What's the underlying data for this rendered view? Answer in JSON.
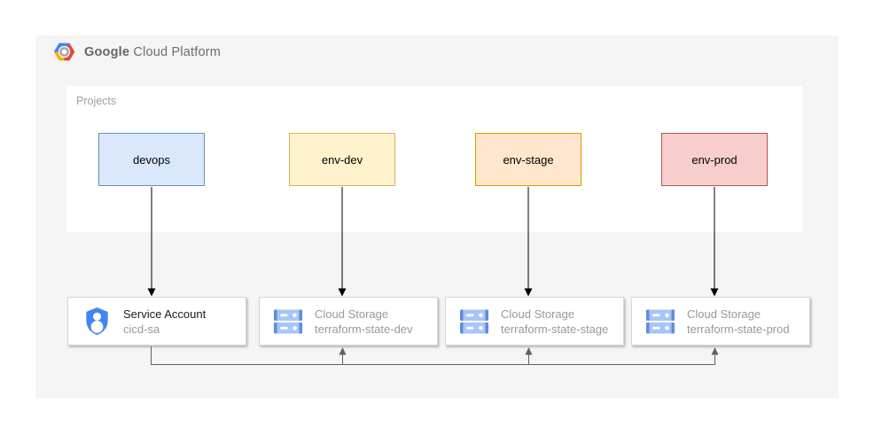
{
  "header": {
    "brand_bold": "Google",
    "brand_rest": "Cloud Platform"
  },
  "projects_section": {
    "label": "Projects",
    "items": [
      {
        "label": "devops",
        "fill": "#dae8fc",
        "border": "#6c8ebf"
      },
      {
        "label": "env-dev",
        "fill": "#fff2cc",
        "border": "#d6b656"
      },
      {
        "label": "env-stage",
        "fill": "#ffe6cc",
        "border": "#d79b00"
      },
      {
        "label": "env-prod",
        "fill": "#f8cecc",
        "border": "#b85450"
      }
    ]
  },
  "resources": {
    "items": [
      {
        "icon": "service-account-icon",
        "title": "Service Account",
        "subtitle": "cicd-sa",
        "title_color": "#1a1a1a"
      },
      {
        "icon": "cloud-storage-icon",
        "title": "Cloud Storage",
        "subtitle": "terraform-state-dev",
        "title_color": "#999999"
      },
      {
        "icon": "cloud-storage-icon",
        "title": "Cloud Storage",
        "subtitle": "terraform-state-stage",
        "title_color": "#999999"
      },
      {
        "icon": "cloud-storage-icon",
        "title": "Cloud Storage",
        "subtitle": "terraform-state-prod",
        "title_color": "#999999"
      }
    ]
  },
  "connections": {
    "project_arrow_color": "#000000",
    "state_link_color": "#616161"
  },
  "icon_colors": {
    "gcp_blue": "#4285f4",
    "gcp_red": "#dd4b39",
    "gcp_yellow": "#f4b400",
    "storage_light": "#a9c5f7",
    "storage_dark": "#5e8ce0"
  }
}
